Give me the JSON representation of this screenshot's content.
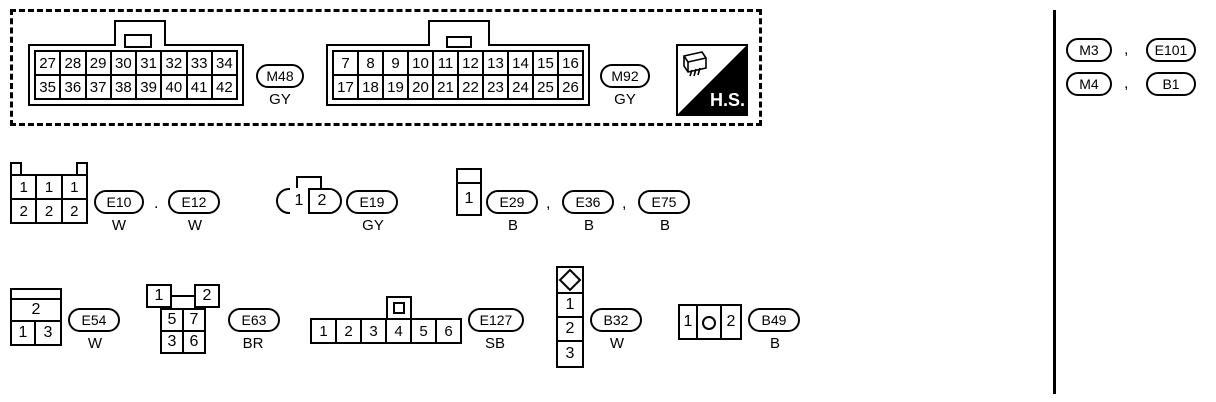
{
  "m48": {
    "row1": [
      "27",
      "28",
      "29",
      "30",
      "31",
      "32",
      "33",
      "34"
    ],
    "row2": [
      "35",
      "36",
      "37",
      "38",
      "39",
      "40",
      "41",
      "42"
    ],
    "connector": "M48",
    "color": "GY"
  },
  "m92": {
    "row1": [
      "7",
      "8",
      "9",
      "10",
      "11",
      "12",
      "13",
      "14",
      "15",
      "16"
    ],
    "row2": [
      "17",
      "18",
      "19",
      "20",
      "21",
      "22",
      "23",
      "24",
      "25",
      "26"
    ],
    "connector": "M92",
    "color": "GY"
  },
  "hs_label": "H.S.",
  "right_refs": [
    {
      "a": "M3",
      "b": "E101",
      "sep": ","
    },
    {
      "a": "M4",
      "b": "B1",
      "sep": ","
    }
  ],
  "e10": {
    "row1": [
      "1",
      "1",
      "1"
    ],
    "row2": [
      "2",
      "2",
      "2"
    ],
    "refs": [
      {
        "id": "E10",
        "color": "W"
      },
      {
        "id": "E12",
        "color": "W"
      }
    ],
    "sep": "."
  },
  "e19": {
    "pins": [
      "1",
      "2"
    ],
    "ref": {
      "id": "E19",
      "color": "GY"
    }
  },
  "e29": {
    "pin": "1",
    "refs": [
      {
        "id": "E29",
        "color": "B"
      },
      {
        "id": "E36",
        "color": "B"
      },
      {
        "id": "E75",
        "color": "B"
      }
    ],
    "sep": ","
  },
  "e54": {
    "top": "2",
    "bottom": [
      "1",
      "3"
    ],
    "ref": {
      "id": "E54",
      "color": "W"
    }
  },
  "e63": {
    "top": [
      "1",
      "2"
    ],
    "mid": [
      "5",
      "7"
    ],
    "bot": [
      "3",
      "6"
    ],
    "ref": {
      "id": "E63",
      "color": "BR"
    }
  },
  "e127": {
    "pins": [
      "1",
      "2",
      "3",
      "4",
      "5",
      "6"
    ],
    "ref": {
      "id": "E127",
      "color": "SB"
    }
  },
  "b32": {
    "pins": [
      "1",
      "2",
      "3"
    ],
    "ref": {
      "id": "B32",
      "color": "W"
    }
  },
  "b49": {
    "pins": [
      "1",
      "2"
    ],
    "ref": {
      "id": "B49",
      "color": "B"
    }
  }
}
